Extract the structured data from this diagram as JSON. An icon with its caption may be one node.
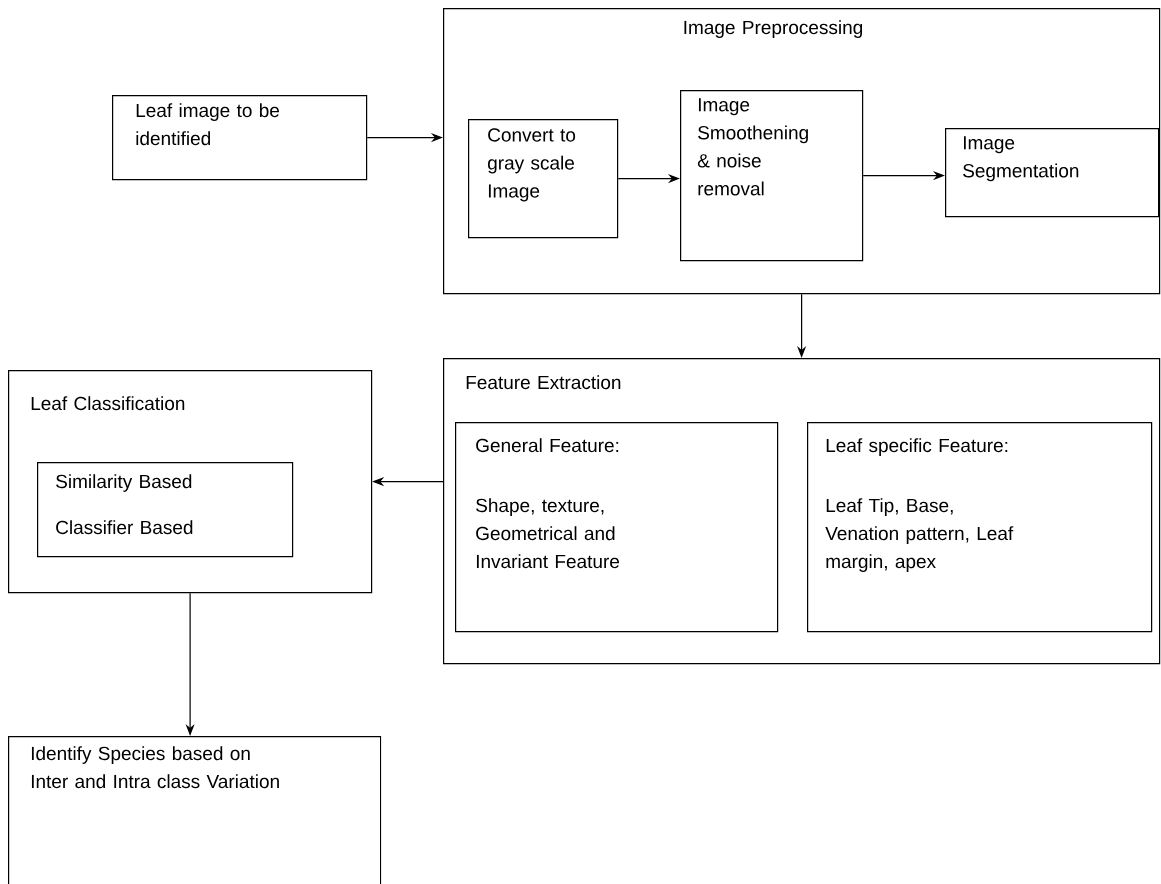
{
  "diagram": {
    "nodes": [
      {
        "text": [
          "Leaf image to be identified"
        ]
      },
      {
        "text": [
          "Image Preprocessing"
        ]
      },
      {
        "text": [
          "Convert to gray scale Image"
        ],
        "in": 1
      },
      {
        "text": [
          "Image Smoothening & noise removal"
        ],
        "in": 1
      },
      {
        "text": [
          "Image Segmentation"
        ],
        "in": 1
      },
      {
        "text": [
          "Feature Extraction"
        ]
      },
      {
        "text": [
          "General Feature:",
          "Shape, texture, Geometrical and Invariant Feature"
        ],
        "in": 5
      },
      {
        "text": [
          "Leaf specific Feature:",
          "Leaf Tip, Base, Venation pattern, Leaf margin, apex"
        ],
        "in": 5
      },
      {
        "text": [
          "Leaf Classification"
        ]
      },
      {
        "text": [
          "Similarity Based",
          "Classifier Based"
        ],
        "in": 8
      },
      {
        "text": [
          "Identify Species based on Inter and Intra class Variation"
        ]
      }
    ],
    "edges": [
      {
        "from": 0,
        "to": 1,
        "arrow": "to"
      },
      {
        "from": 2,
        "to": 3,
        "arrow": "to"
      },
      {
        "from": 3,
        "to": 4,
        "arrow": "to"
      },
      {
        "from": 1,
        "to": 5,
        "arrow": "to"
      },
      {
        "from": 5,
        "to": 8,
        "arrow": "to"
      },
      {
        "from": 8,
        "to": 10,
        "arrow": "to"
      }
    ]
  }
}
